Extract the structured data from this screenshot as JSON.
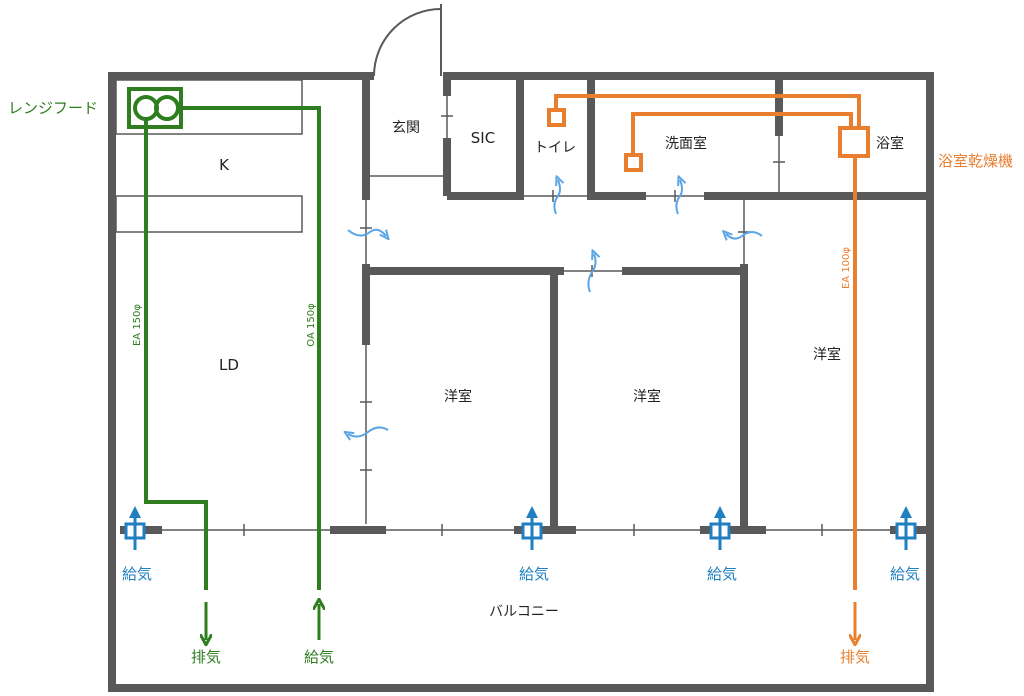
{
  "colors": {
    "wall": "#595959",
    "thin": "#595959",
    "kitchen_duct": "#2e7d1f",
    "bath_duct": "#e87e2e",
    "supply": "#1f7fc0",
    "air_flow": "#5aa5e6"
  },
  "labels": {
    "range_hood": "レンジフード",
    "bath_dryer": "浴室乾燥機",
    "entrance": "玄関",
    "sic": "SIC",
    "toilet": "トイレ",
    "washroom": "洗面室",
    "bathroom": "浴室",
    "kitchen": "K",
    "ld": "LD",
    "western_room_1": "洋室",
    "western_room_2": "洋室",
    "western_room_3": "洋室",
    "balcony": "バルコニー",
    "duct_ea150": "EA 150φ",
    "duct_oa150": "OA 150φ",
    "duct_ea100": "EA 100φ",
    "exhaust_left": "排気",
    "supply_left": "給気",
    "exhaust_right": "排気",
    "supply_vent_1": "給気",
    "supply_vent_2": "給気",
    "supply_vent_3": "給気",
    "supply_vent_4": "給気"
  }
}
